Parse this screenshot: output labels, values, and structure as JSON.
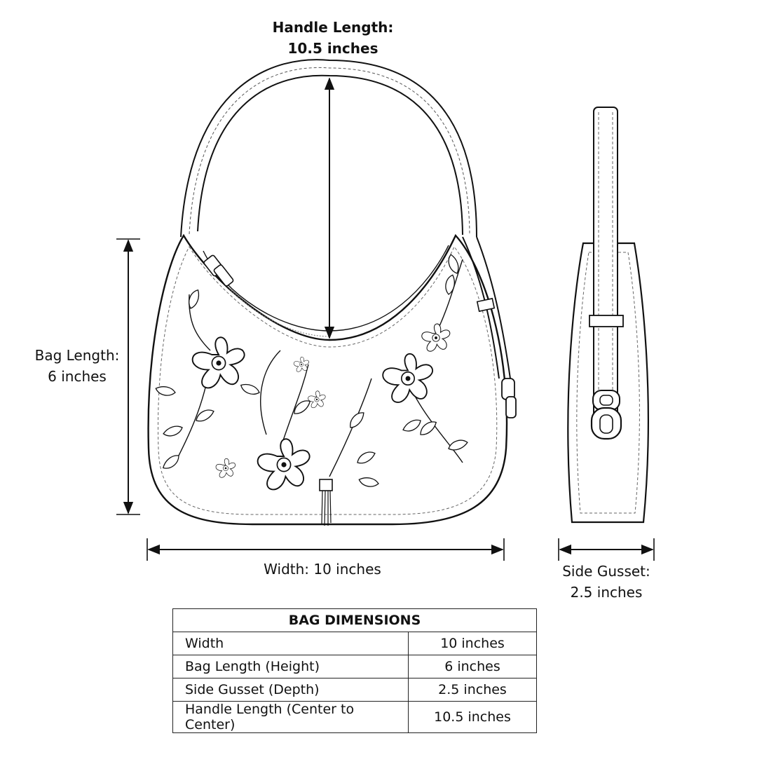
{
  "labels": {
    "handle_title": "Handle Length:",
    "handle_value": "10.5 inches",
    "bag_length_title": "Bag Length:",
    "bag_length_value": "6 inches",
    "width": "Width: 10 inches",
    "gusset_title": "Side Gusset:",
    "gusset_value": "2.5 inches"
  },
  "table": {
    "title": "BAG DIMENSIONS",
    "rows": [
      {
        "label": "Width",
        "value": "10 inches"
      },
      {
        "label": "Bag Length (Height)",
        "value": "6 inches"
      },
      {
        "label": "Side Gusset (Depth)",
        "value": "2.5 inches"
      },
      {
        "label": "Handle Length (Center to Center)",
        "value": "10.5 inches"
      }
    ]
  },
  "icons": [
    "shoulder-bag-front-icon",
    "shoulder-bag-side-icon",
    "flower-icon",
    "zipper-pull-icon",
    "tassel-icon",
    "buckle-icon"
  ],
  "colors": {
    "line": "#111111",
    "background": "#ffffff"
  }
}
